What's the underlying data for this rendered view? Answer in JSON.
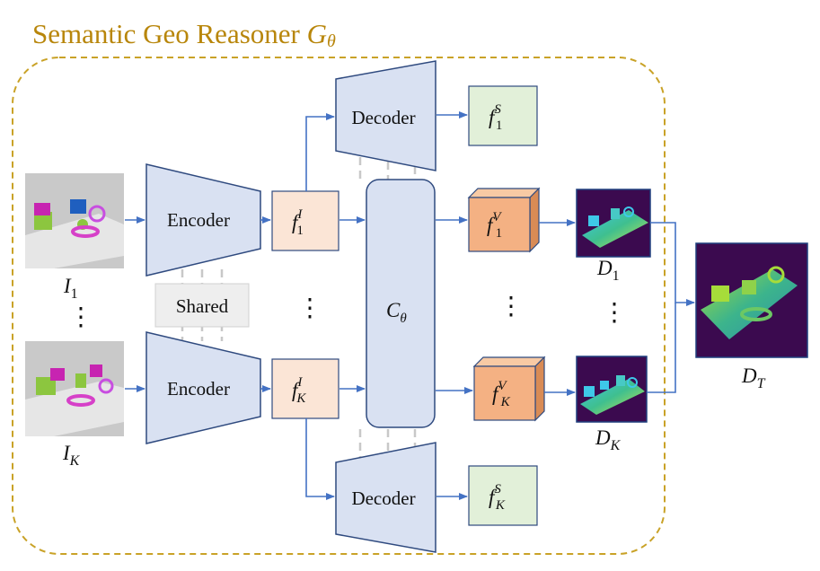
{
  "title": {
    "text": "Semantic Geo Reasoner ",
    "symbol": "G",
    "symbol_sub": "θ"
  },
  "colors": {
    "title_gold": "#b8860b",
    "border_gold": "#c9a227",
    "module_fill": "#d9e1f2",
    "module_stroke": "#2f4a7f",
    "feature_fill": "#fbe5d6",
    "volume_fill": "#f4b183",
    "semantic_fill": "#e2f0d9",
    "arrow": "#4472c4",
    "depth_bg": "#3b0a4f",
    "depth_shape": "#41b6a0"
  },
  "encoders": {
    "top_label": "Encoder",
    "bottom_label": "Encoder",
    "shared_label": "Shared"
  },
  "decoders": {
    "top_label": "Decoder",
    "bottom_label": "Decoder"
  },
  "cost_module": {
    "symbol": "C",
    "sub": "θ"
  },
  "inputs": [
    {
      "symbol": "I",
      "sub": "1"
    },
    {
      "symbol": "I",
      "sub": "K"
    }
  ],
  "image_features": [
    {
      "symbol": "f",
      "sup": "I",
      "sub": "1"
    },
    {
      "symbol": "f",
      "sup": "I",
      "sub": "K"
    }
  ],
  "volume_features": [
    {
      "symbol": "f",
      "sup": "V",
      "sub": "1"
    },
    {
      "symbol": "f",
      "sup": "V",
      "sub": "K"
    }
  ],
  "semantic_features": [
    {
      "symbol": "f",
      "sup": "S",
      "sub": "1"
    },
    {
      "symbol": "f",
      "sup": "S",
      "sub": "K"
    }
  ],
  "depth_maps": [
    {
      "symbol": "D",
      "sub": "1"
    },
    {
      "symbol": "D",
      "sub": "K"
    }
  ],
  "fused_depth": {
    "symbol": "D",
    "sub": "T"
  },
  "ellipsis": "⋮"
}
